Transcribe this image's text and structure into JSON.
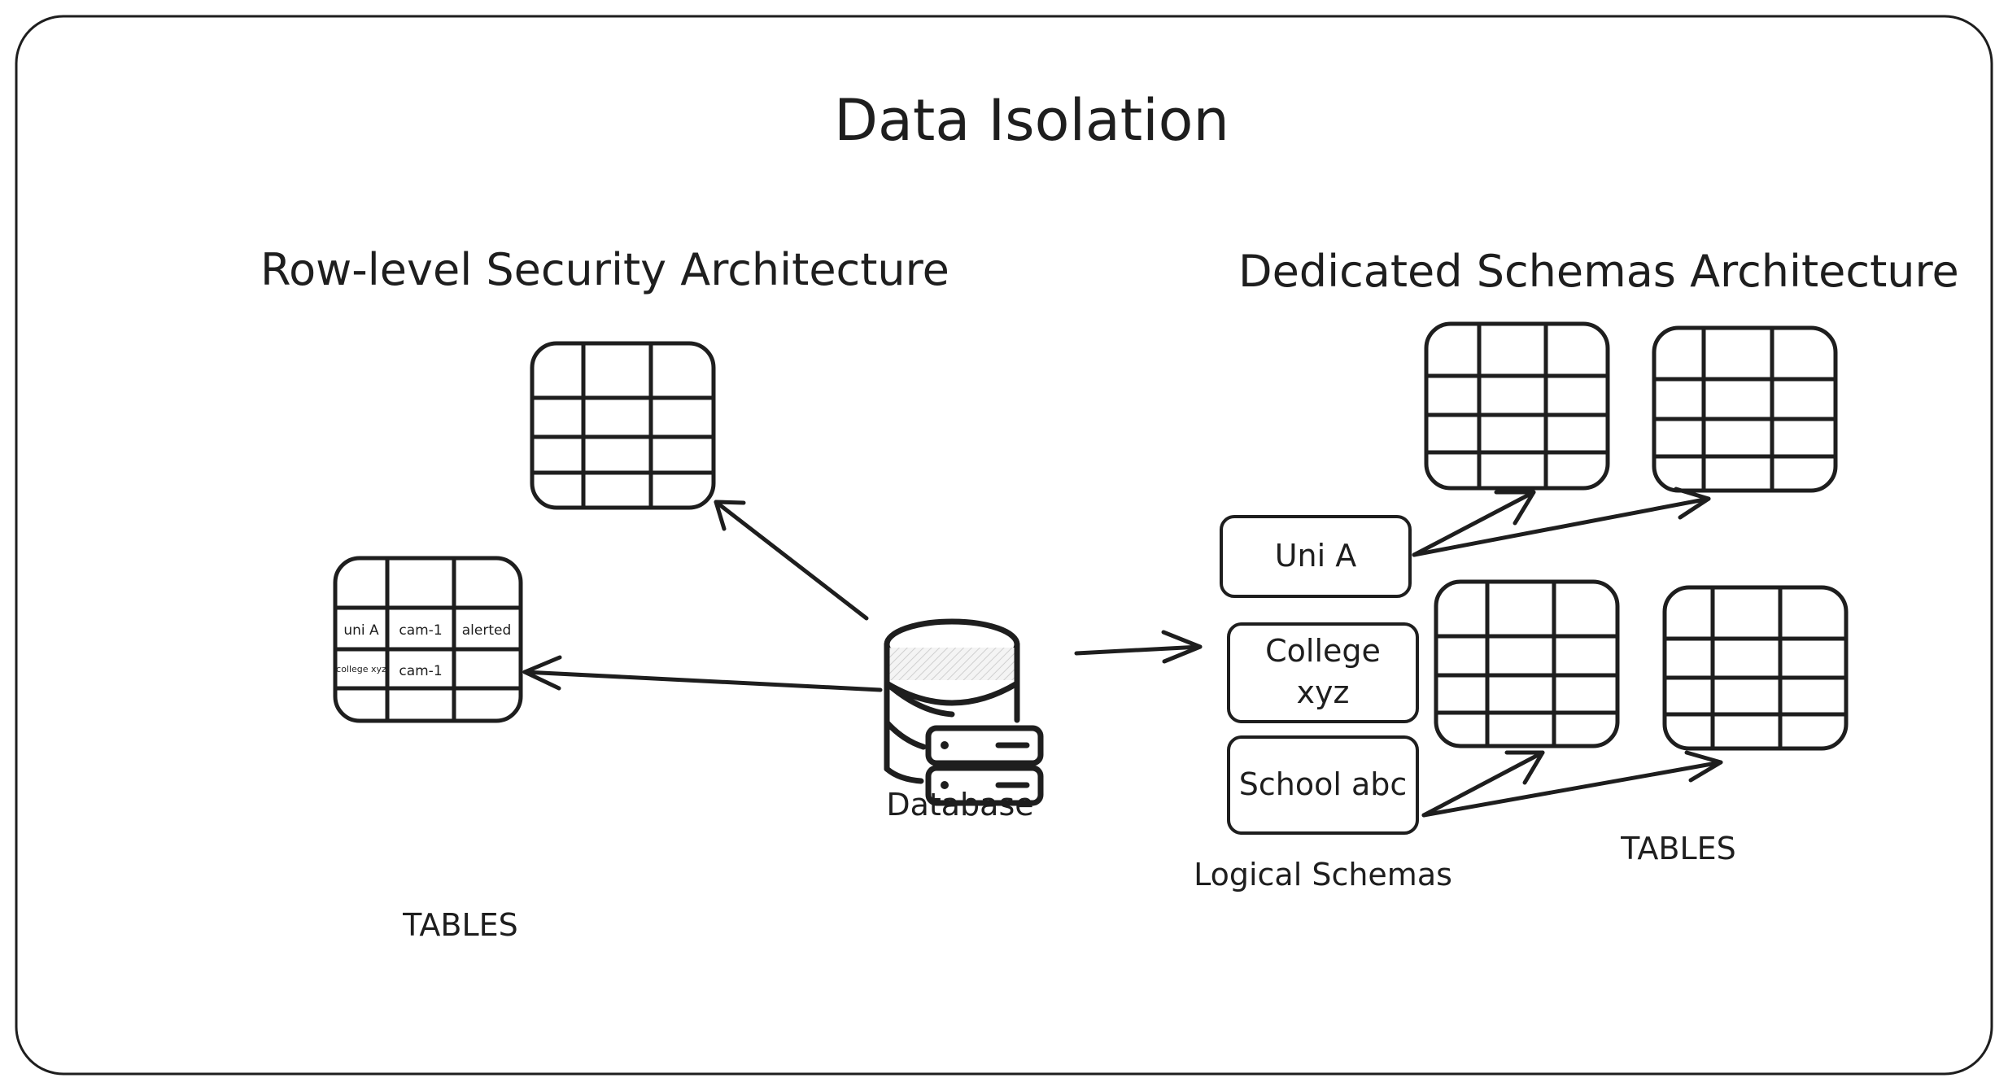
{
  "title": "Data Isolation",
  "left_section": {
    "heading": "Row-level Security Architecture",
    "tables_label": "TABLES",
    "sample_table": {
      "rows": [
        [
          "uni A",
          "cam-1",
          "alerted"
        ],
        [
          "college xyz",
          "cam-1",
          ""
        ]
      ]
    }
  },
  "database": {
    "label": "Database",
    "icon": "database-server-icon"
  },
  "right_section": {
    "heading": "Dedicated Schemas Architecture",
    "schemas": [
      {
        "label": "Uni A"
      },
      {
        "label_line1": "College",
        "label_line2": "xyz"
      },
      {
        "label": "School abc"
      }
    ],
    "schemas_label": "Logical Schemas",
    "tables_label": "TABLES"
  },
  "colors": {
    "ink": "#1e1e1e",
    "background": "#ffffff",
    "cylinder_fill": "#ececec"
  }
}
